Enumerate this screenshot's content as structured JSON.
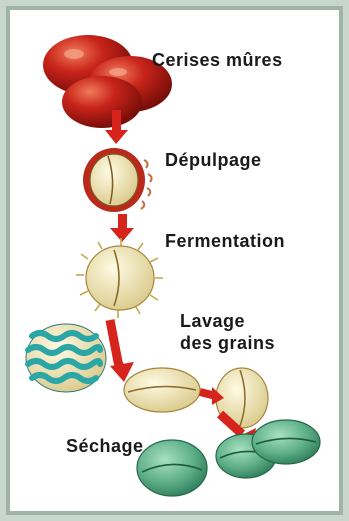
{
  "stages": [
    {
      "id": "cerises",
      "label": "Cerises mûres"
    },
    {
      "id": "depulpage",
      "label": "Dépulpage"
    },
    {
      "id": "fermentation",
      "label": "Fermentation"
    },
    {
      "id": "lavage",
      "label_line1": "Lavage",
      "label_line2": "des grains"
    },
    {
      "id": "sechage",
      "label": "Séchage"
    }
  ],
  "colors": {
    "cherry": "#c0201a",
    "arrow": "#d6241c",
    "bean": "#efe6b8",
    "wash_stripe": "#2aa6a6",
    "dried_bean": "#5cae86",
    "frame": "#9fb3a7"
  }
}
